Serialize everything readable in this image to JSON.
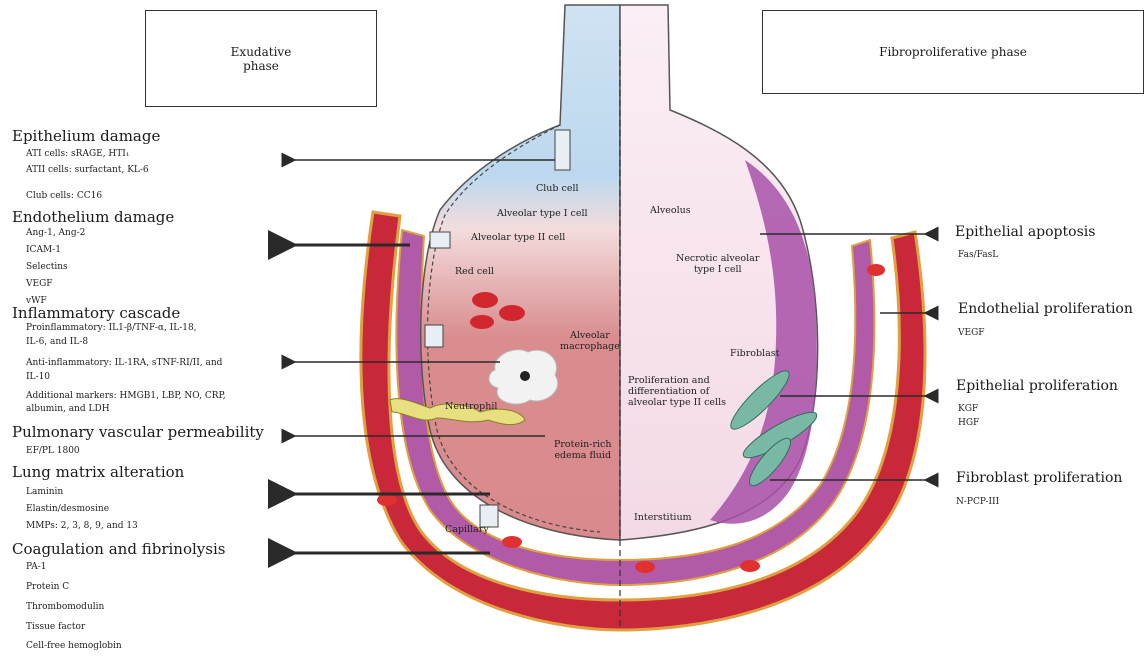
{
  "phase_boxes": {
    "exudative": "Exudative\nphase",
    "fibroproliferative": "Fibroproliferative phase"
  },
  "left_panel": {
    "epithelium": {
      "heading": "Epithelium damage",
      "items": [
        "ATI cells: sRAGE, HTI₁",
        "ATII cells: surfactant, KL-6",
        "Club cells: CC16"
      ]
    },
    "endothelium": {
      "heading": "Endothelium damage",
      "items": [
        "Ang-1, Ang-2",
        "ICAM-1",
        "Selectins",
        "VEGF",
        "vWF"
      ]
    },
    "inflammatory": {
      "heading": "Inflammatory cascade",
      "items": [
        "Proinflammatory: IL1-β/TNF-α, IL-18,",
        "IL-6, and IL-8",
        "Anti-inflammatory: IL-1RA, sTNF-RI/II, and",
        "IL-10",
        "Additional markers: HMGB1, LBP, NO, CRP,",
        "albumin, and LDH"
      ]
    },
    "permeability": {
      "heading": "Pulmonary vascular permeability",
      "items": [
        "EF/PL 1800"
      ]
    },
    "matrix": {
      "heading": "Lung matrix alteration",
      "items": [
        "Laminin",
        "Elastin/desmosine",
        "MMPs: 2, 3, 8, 9, and 13"
      ]
    },
    "coagulation": {
      "heading": "Coagulation and fibrinolysis",
      "items": [
        "PA-1",
        "Protein C",
        "Thrombomodulin",
        "Tissue factor",
        "Cell-free hemoglobin"
      ]
    }
  },
  "right_panel": {
    "epithelial_apoptosis": {
      "heading": "Epithelial apoptosis",
      "items": [
        "Fas/FasL"
      ]
    },
    "endothelial_proliferation": {
      "heading": "Endothelial proliferation",
      "items": [
        "VEGF"
      ]
    },
    "epithelial_proliferation": {
      "heading": "Epithelial proliferation",
      "items": [
        "KGF",
        "HGF"
      ]
    },
    "fibroblast_proliferation": {
      "heading": "Fibroblast proliferation",
      "items": [
        "N-PCP-III"
      ]
    }
  },
  "alveolus_labels": {
    "club_cell": "Club cell",
    "type1": "Alveolar type I cell",
    "type2": "Alveolar type II cell",
    "red_cell": "Red cell",
    "macrophage": "Alveolar\nmacrophage",
    "neutrophil": "Neutrophil",
    "edema": "Protein-rich\nedema fluid",
    "capillary": "Capillary",
    "alveolus": "Alveolus",
    "necrotic": "Necrotic alveolar\ntype I cell",
    "fibroblast": "Fibroblast",
    "prolif": "Proliferation and\ndifferentiation of\nalveolar type II cells",
    "interstitium": "Interstitium"
  },
  "colors": {
    "vessel_red": "#c8283a",
    "vessel_orange": "#e0a040",
    "interstitium_purple": "#b05aa8",
    "alveolus_blue": "#bcd8ee",
    "alveolus_pink": "#f6e2ec",
    "edema_red": "#cc7c80",
    "fibroblast_green": "#7ab8a6"
  }
}
